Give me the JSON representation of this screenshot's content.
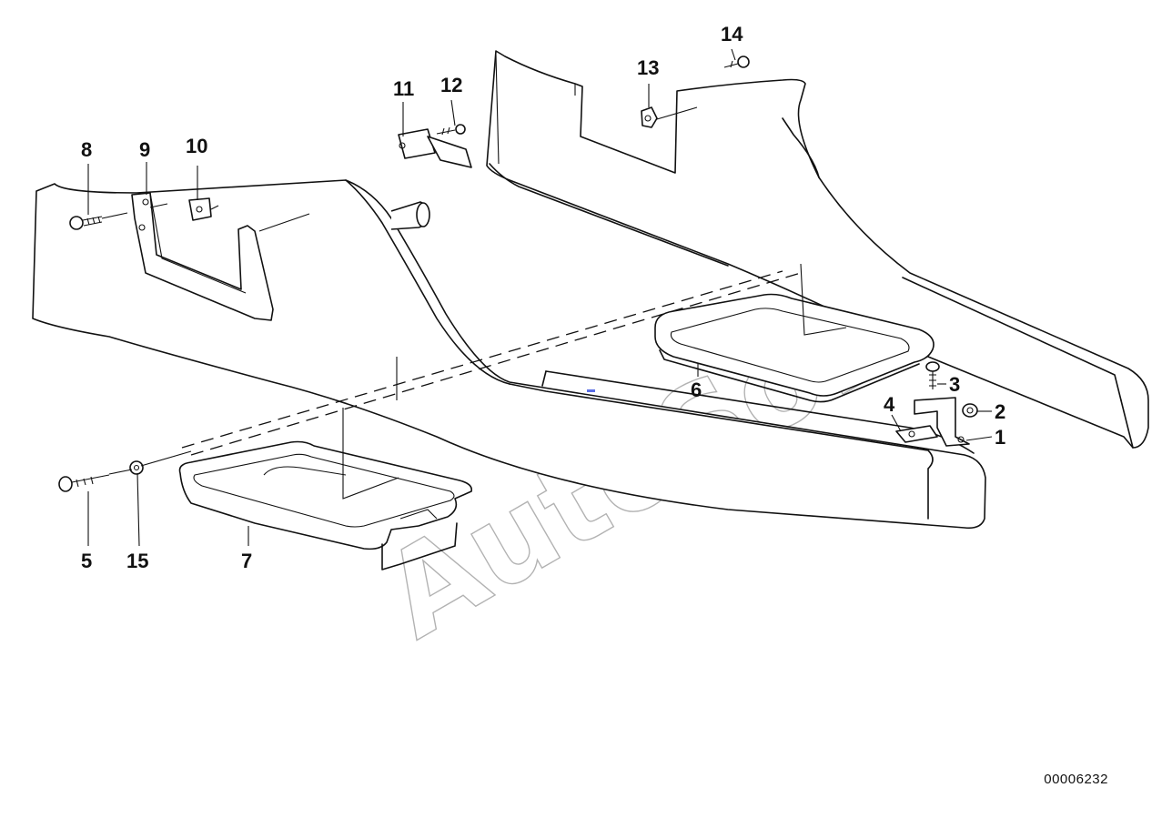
{
  "diagram": {
    "callouts": [
      "1",
      "2",
      "3",
      "4",
      "5",
      "6",
      "7",
      "8",
      "9",
      "10",
      "11",
      "12",
      "13",
      "14",
      "15"
    ],
    "diagram_id": "00006232",
    "watermark": "AutoSoft"
  }
}
